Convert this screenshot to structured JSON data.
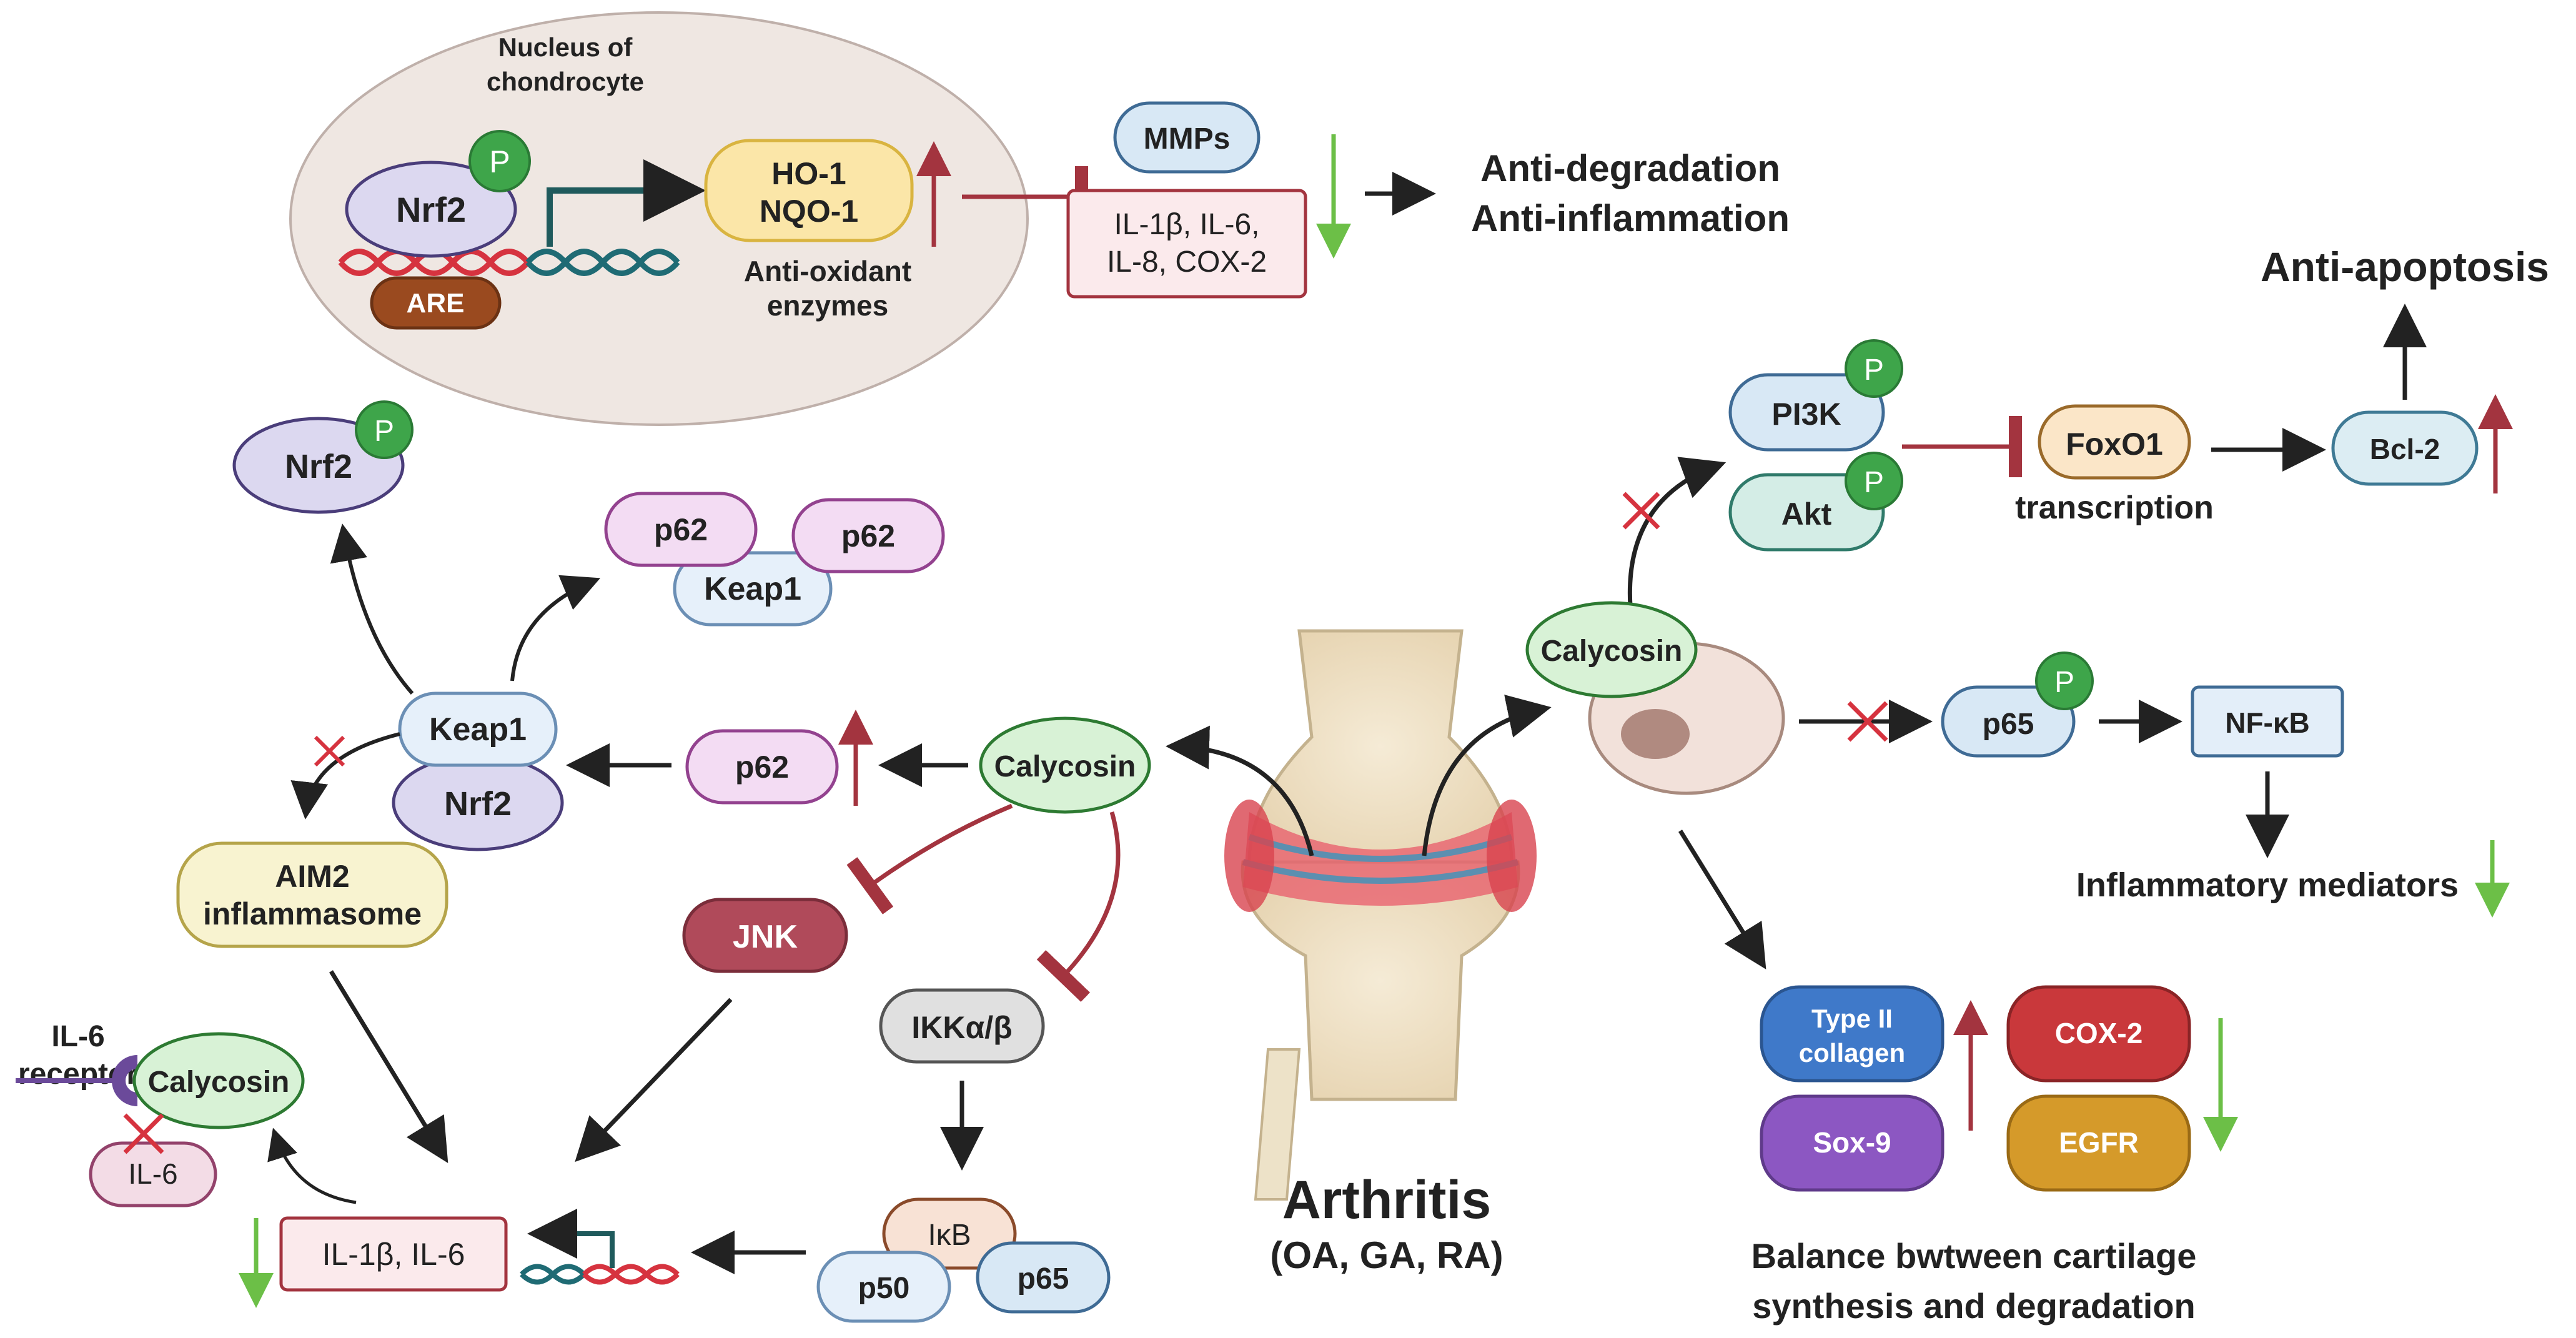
{
  "nucleus": {
    "title_line1": "Nucleus of",
    "title_line2": "chondrocyte"
  },
  "labels": {
    "nrf2": "Nrf2",
    "p": "P",
    "are": "ARE",
    "ho1": "HO-1",
    "nqo1": "NQO-1",
    "antioxidant_line1": "Anti-oxidant",
    "antioxidant_line2": "enzymes",
    "mmps": "MMPs",
    "cytokines_line1": "IL-1β, IL-6,",
    "cytokines_line2": "IL-8, COX-2",
    "anti_degradation": "Anti-degradation",
    "anti_inflammation": "Anti-inflammation",
    "anti_apoptosis": "Anti-apoptosis",
    "pi3k": "PI3K",
    "akt": "Akt",
    "foxo1": "FoxO1",
    "transcription": "transcription",
    "bcl2": "Bcl-2",
    "calycosin": "Calycosin",
    "p65": "p65",
    "nfkb": "NF-κB",
    "inflammatory_mediators": "Inflammatory mediators",
    "p62": "p62",
    "keap1": "Keap1",
    "aim2_line1": "AIM2",
    "aim2_line2": "inflammasome",
    "jnk": "JNK",
    "ikk": "IKKα/β",
    "ikb": "IκB",
    "p50": "p50",
    "il6_receptor_line1": "IL-6",
    "il6_receptor_line2": "receptor",
    "il6": "IL-6",
    "il1b_il6": "IL-1β, IL-6",
    "type2_line1": "Type II",
    "type2_line2": "collagen",
    "sox9": "Sox-9",
    "cox2": "COX-2",
    "egfr": "EGFR",
    "balance_line1": "Balance bwtween cartilage",
    "balance_line2": "synthesis and degradation",
    "arthritis": "Arthritis",
    "arthritis_types": "(OA, GA, RA)"
  },
  "colors": {
    "up_arrow": "#a3343f",
    "down_arrow": "#6cbf47",
    "inhibit": "#a3343f",
    "phospho": "#3ea54a"
  }
}
